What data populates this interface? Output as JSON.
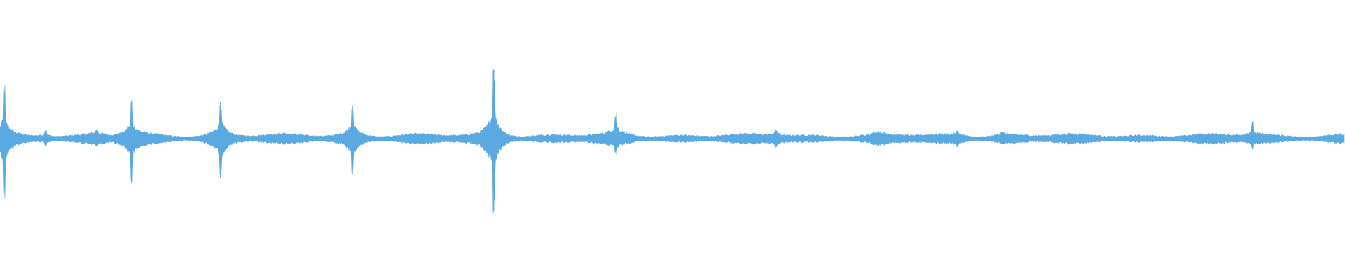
{
  "waveform": {
    "color": "#5aa9e0",
    "background": "#ffffff",
    "baseline_amplitude": 0.025,
    "spikes": [
      {
        "position": 0.003,
        "up": 0.32,
        "down": 0.36
      },
      {
        "position": 0.034,
        "up": 0.06,
        "down": 0.05
      },
      {
        "position": 0.072,
        "up": 0.06,
        "down": 0.05
      },
      {
        "position": 0.098,
        "up": 0.25,
        "down": 0.29
      },
      {
        "position": 0.164,
        "up": 0.26,
        "down": 0.28
      },
      {
        "position": 0.262,
        "up": 0.23,
        "down": 0.25
      },
      {
        "position": 0.367,
        "up": 0.49,
        "down": 0.52
      },
      {
        "position": 0.458,
        "up": 0.16,
        "down": 0.1
      },
      {
        "position": 0.577,
        "up": 0.06,
        "down": 0.06
      },
      {
        "position": 0.653,
        "up": 0.05,
        "down": 0.05
      },
      {
        "position": 0.712,
        "up": 0.05,
        "down": 0.05
      },
      {
        "position": 0.745,
        "up": 0.05,
        "down": 0.04
      },
      {
        "position": 0.931,
        "up": 0.1,
        "down": 0.06
      }
    ]
  }
}
